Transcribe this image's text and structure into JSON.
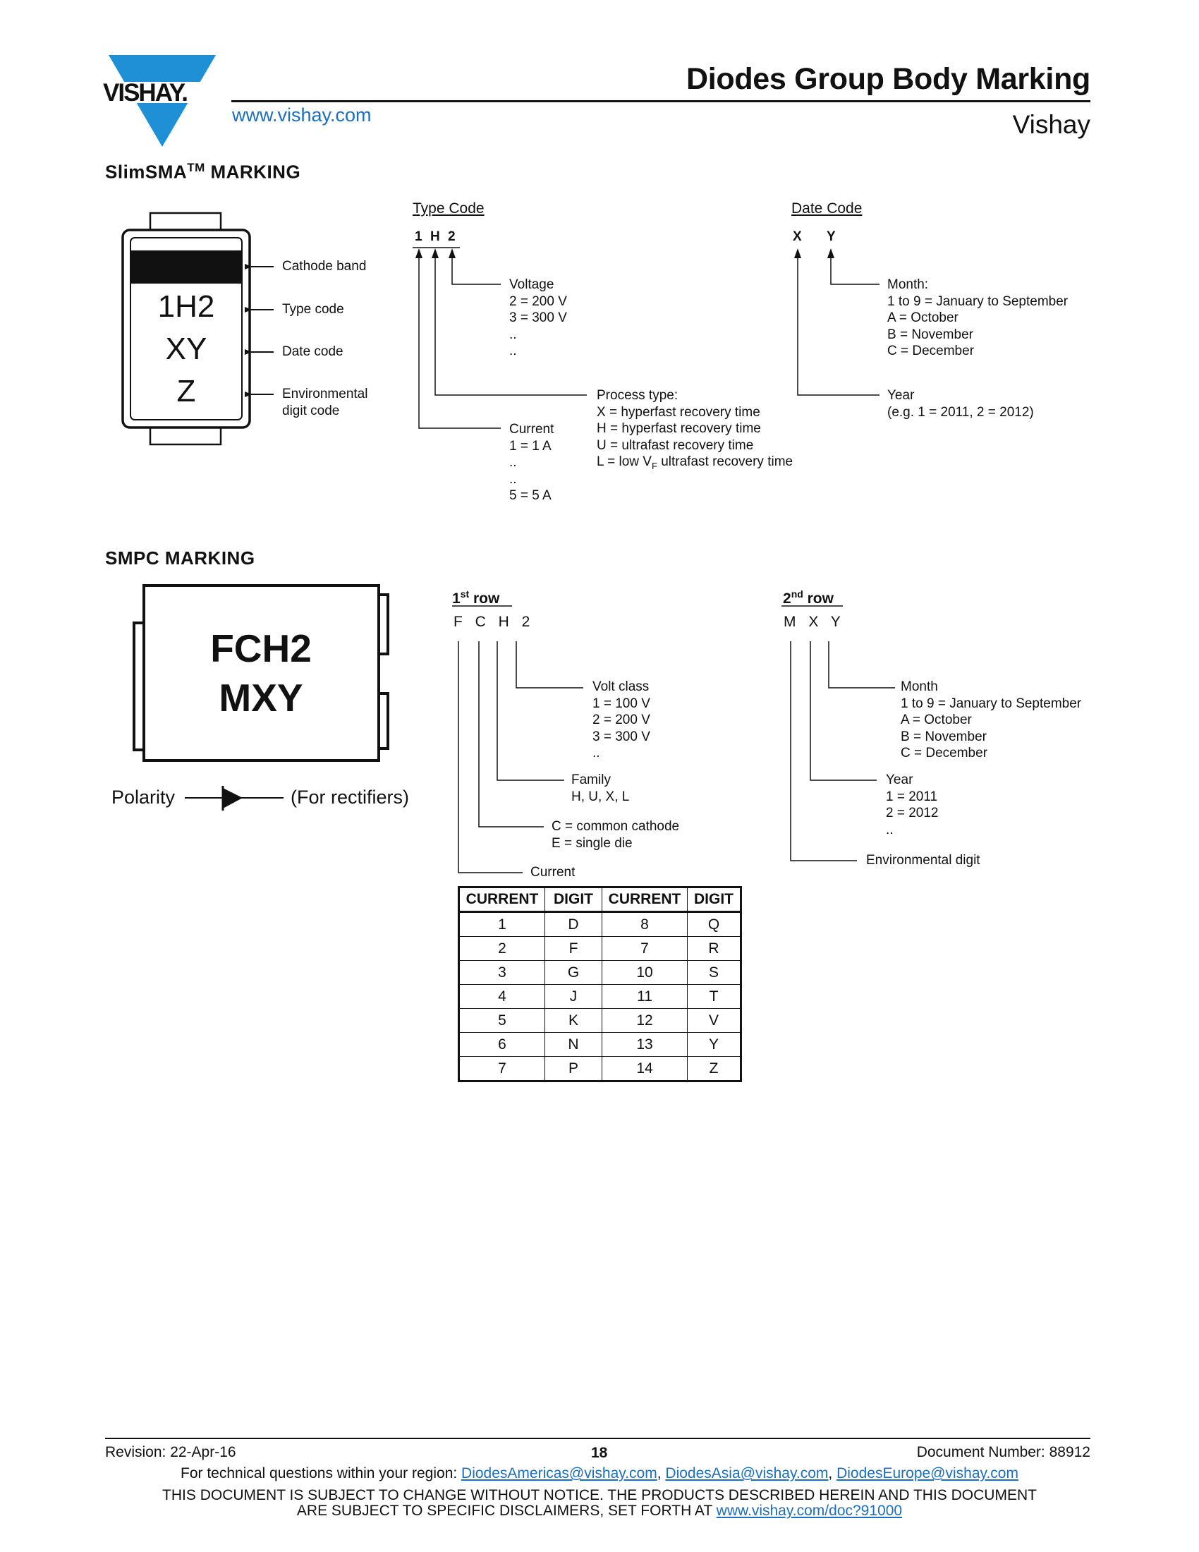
{
  "header": {
    "logo_text": "VISHAY.",
    "title": "Diodes Group Body Marking",
    "brand": "Vishay",
    "url": "www.vishay.com"
  },
  "slimsma": {
    "title_prefix": "SlimSMA",
    "title_tm": "TM",
    "title_suffix": " MARKING",
    "package_lines": [
      "1H2",
      "XY",
      "Z"
    ],
    "callouts": {
      "cathode": "Cathode band",
      "type": "Type code",
      "date": "Date code",
      "env_1": "Environmental",
      "env_2": "digit code"
    },
    "type_code": {
      "heading": "Type Code",
      "chars": [
        "1",
        "H",
        "2"
      ],
      "voltage": [
        "Voltage",
        "2 = 200 V",
        "3 = 300 V",
        "..",
        ".."
      ],
      "process_title": "Process type:",
      "process": [
        "X = hyperfast recovery time",
        "H = hyperfast recovery time",
        "U = ultrafast recovery time"
      ],
      "process_l_prefix": "L = low V",
      "process_l_sub": "F",
      "process_l_suffix": " ultrafast recovery time",
      "current": [
        "Current",
        "1 = 1 A",
        "..",
        "..",
        "5 = 5 A"
      ]
    },
    "date_code": {
      "heading": "Date Code",
      "chars": [
        "X",
        "Y"
      ],
      "month": [
        "Month:",
        "1 to 9 = January to September",
        "A = October",
        "B = November",
        "C = December"
      ],
      "year": [
        "Year",
        "(e.g. 1 = 2011, 2 = 2012)"
      ]
    }
  },
  "smpc": {
    "title": "SMPC MARKING",
    "package_lines": [
      "FCH2",
      "MXY"
    ],
    "polarity_label": "Polarity",
    "polarity_note": "(For rectifiers)",
    "row1": {
      "heading_num": "1",
      "heading_sup": "st",
      "heading_text": " row",
      "chars": "F C H 2",
      "volt": [
        "Volt class",
        "1 = 100 V",
        "2 = 200 V",
        "3 = 300 V",
        ".."
      ],
      "family": [
        "Family",
        "H, U, X, L"
      ],
      "cathode": [
        "C = common cathode",
        "E = single die"
      ],
      "current": "Current"
    },
    "row2": {
      "heading_num": "2",
      "heading_sup": "nd",
      "heading_text": " row",
      "chars": "M X Y",
      "month": [
        "Month",
        "1 to 9 = January to September",
        "A = October",
        "B = November",
        "C = December"
      ],
      "year": [
        "Year",
        "1 = 2011",
        "2 = 2012",
        ".."
      ],
      "env": "Environmental digit"
    },
    "table": {
      "headers": [
        "CURRENT",
        "DIGIT",
        "CURRENT",
        "DIGIT"
      ],
      "rows": [
        [
          "1",
          "D",
          "8",
          "Q"
        ],
        [
          "2",
          "F",
          "7",
          "R"
        ],
        [
          "3",
          "G",
          "10",
          "S"
        ],
        [
          "4",
          "J",
          "11",
          "T"
        ],
        [
          "5",
          "K",
          "12",
          "V"
        ],
        [
          "6",
          "N",
          "13",
          "Y"
        ],
        [
          "7",
          "P",
          "14",
          "Z"
        ]
      ]
    }
  },
  "footer": {
    "revision": "Revision: 22-Apr-16",
    "page": "18",
    "doc_number": "Document Number: 88912",
    "questions_prefix": "For technical questions within your region: ",
    "email_americas": "DiodesAmericas@vishay.com",
    "email_asia": "DiodesAsia@vishay.com",
    "email_europe": "DiodesEurope@vishay.com",
    "sep": ", ",
    "disclaimer_1": "THIS DOCUMENT IS SUBJECT TO CHANGE WITHOUT NOTICE. THE PRODUCTS DESCRIBED HEREIN AND THIS DOCUMENT",
    "disclaimer_2_prefix": "ARE SUBJECT TO SPECIFIC DISCLAIMERS, SET FORTH AT ",
    "disclaimer_link": "www.vishay.com/doc?91000"
  },
  "colors": {
    "link": "#1a6fc1",
    "logo": "#1f8fd6"
  }
}
